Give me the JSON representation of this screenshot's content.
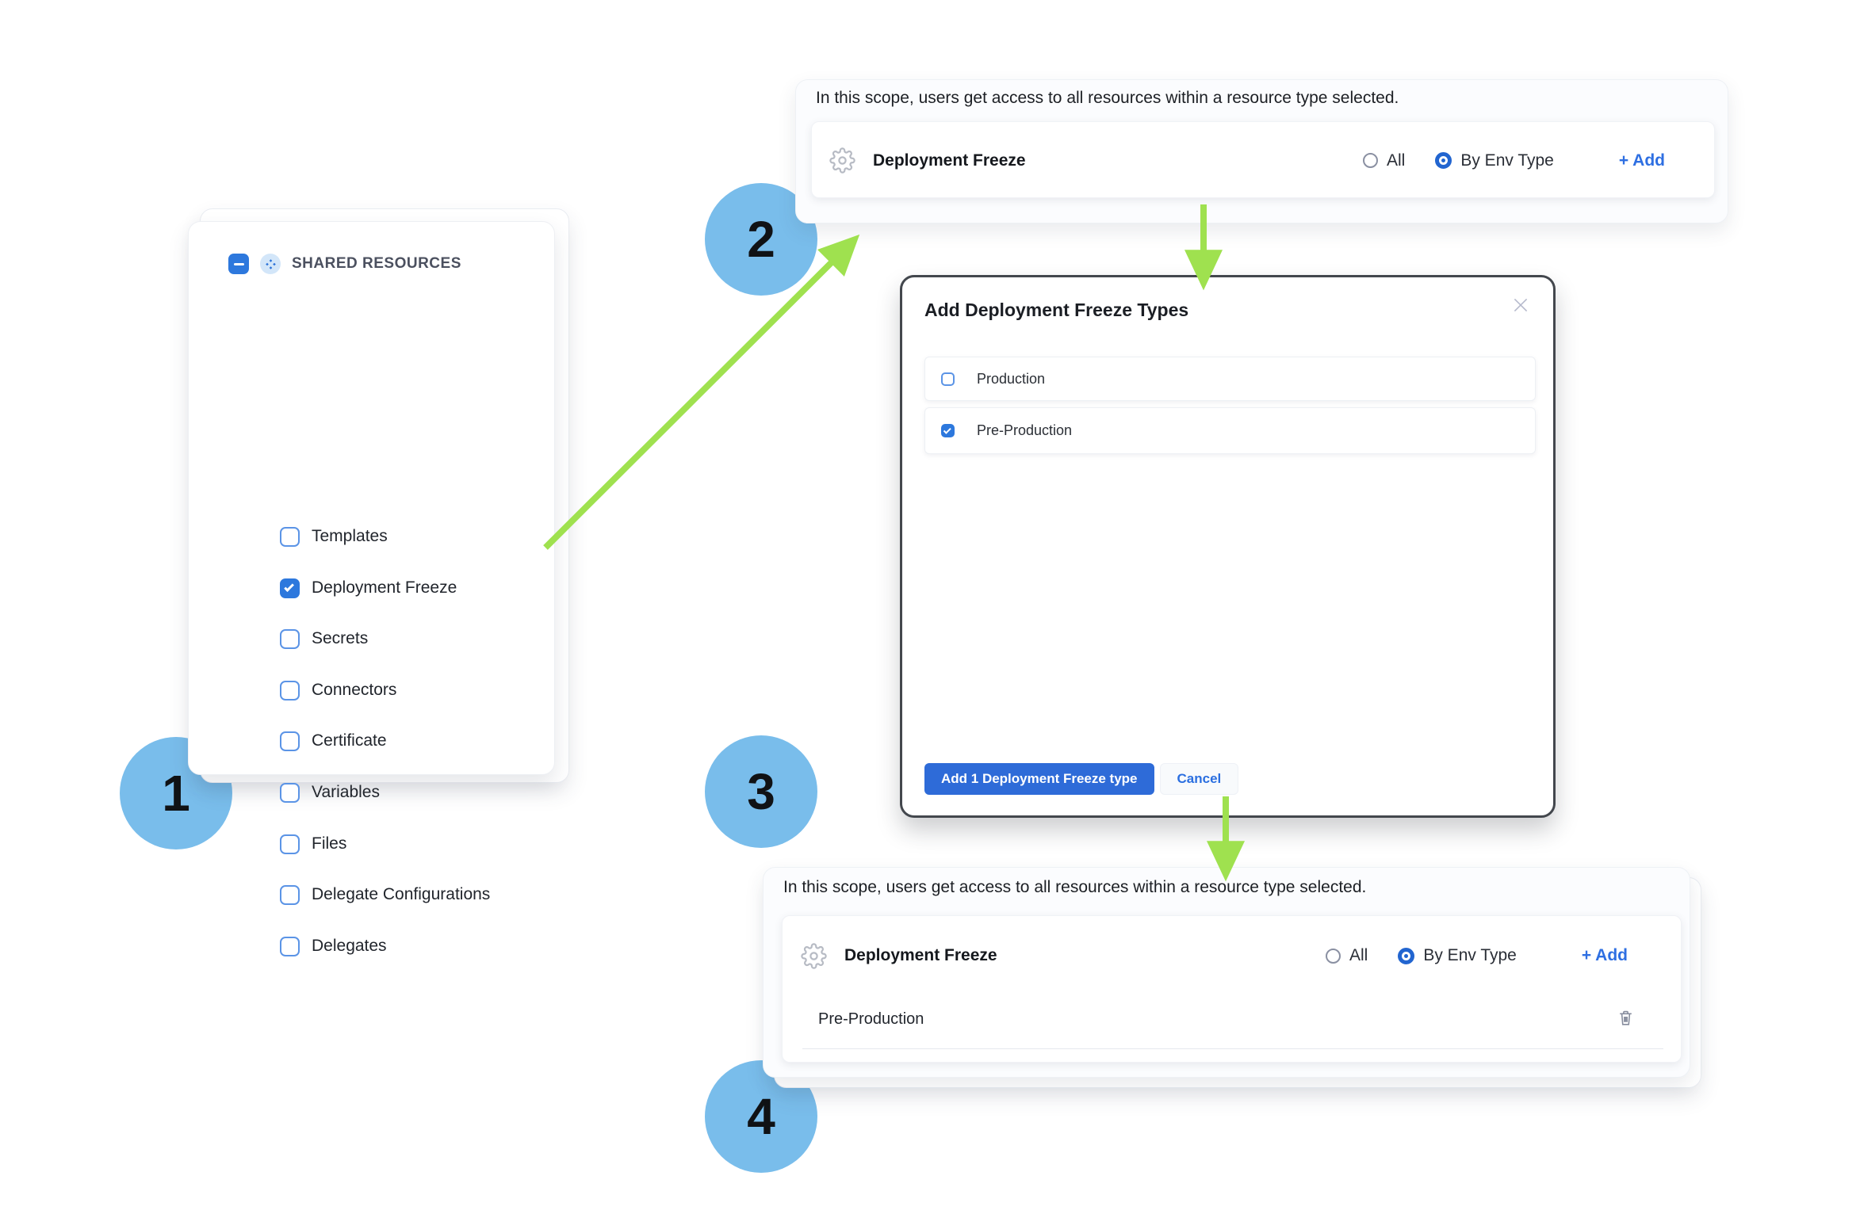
{
  "colors": {
    "primary_blue": "#2d78dd",
    "link_blue": "#2e6fe2",
    "button_blue": "#2e6bd8",
    "step_circle_blue": "#79bdeb",
    "arrow_green": "#9fe14f",
    "modal_border": "#43474d"
  },
  "icons": {
    "collapse": "minus-icon",
    "shared_resources": "four-diamond-icon",
    "resource_type": "gear-icon",
    "delete": "trash-icon",
    "close": "x-icon"
  },
  "steps": [
    "1",
    "2",
    "3",
    "4"
  ],
  "sidebar": {
    "header": {
      "label": "SHARED RESOURCES"
    },
    "items": [
      {
        "label": "Templates",
        "checked": false
      },
      {
        "label": "Deployment Freeze",
        "checked": true
      },
      {
        "label": "Secrets",
        "checked": false
      },
      {
        "label": "Connectors",
        "checked": false
      },
      {
        "label": "Certificate",
        "checked": false
      },
      {
        "label": "Variables",
        "checked": false
      },
      {
        "label": "Files",
        "checked": false
      },
      {
        "label": "Delegate Configurations",
        "checked": false
      },
      {
        "label": "Delegates",
        "checked": false
      }
    ]
  },
  "scope_panel_top": {
    "description": "In this scope, users get access to all resources within a resource type selected.",
    "row": {
      "title": "Deployment Freeze",
      "option_all": {
        "label": "All",
        "selected": false
      },
      "option_by_env": {
        "label": "By Env Type",
        "selected": true
      },
      "add_label": "+ Add"
    }
  },
  "modal": {
    "title": "Add Deployment Freeze Types",
    "items": [
      {
        "label": "Production",
        "checked": false
      },
      {
        "label": "Pre-Production",
        "checked": true
      }
    ],
    "confirm_label": "Add 1 Deployment Freeze type",
    "cancel_label": "Cancel"
  },
  "scope_panel_bottom": {
    "description": "In this scope, users get access to all resources within a resource type selected.",
    "row": {
      "title": "Deployment Freeze",
      "option_all": {
        "label": "All",
        "selected": false
      },
      "option_by_env": {
        "label": "By Env Type",
        "selected": true
      },
      "add_label": "+ Add"
    },
    "entries": [
      {
        "label": "Pre-Production"
      }
    ]
  }
}
